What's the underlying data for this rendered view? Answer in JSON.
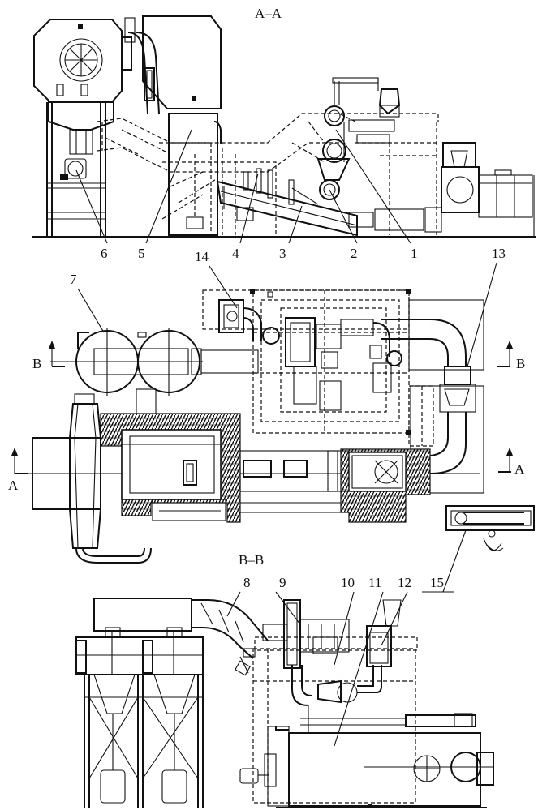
{
  "sections": {
    "aa": "A–A",
    "bb": "B–B"
  },
  "markers": {
    "b_left": "B",
    "b_right": "B",
    "a_left": "A",
    "a_right": "A"
  },
  "callouts": {
    "c1": "1",
    "c2": "2",
    "c3": "3",
    "c4": "4",
    "c5": "5",
    "c6": "6",
    "c7": "7",
    "c8": "8",
    "c9": "9",
    "c10": "10",
    "c11": "11",
    "c12": "12",
    "c13": "13",
    "c14": "14",
    "c15": "15"
  }
}
